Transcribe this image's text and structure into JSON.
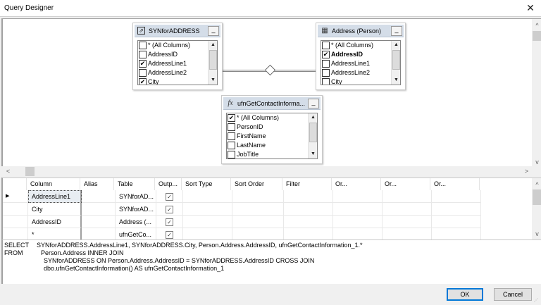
{
  "window": {
    "title": "Query Designer",
    "close_icon": "close-x-icon"
  },
  "diagram": {
    "tables": [
      {
        "name": "SYNforADDRESS",
        "icon": "synonym-arrow-icon",
        "columns": [
          {
            "label": "* (All Columns)",
            "checked": false,
            "bold": false
          },
          {
            "label": "AddressID",
            "checked": false,
            "bold": false
          },
          {
            "label": "AddressLine1",
            "checked": true,
            "bold": false
          },
          {
            "label": "AddressLine2",
            "checked": false,
            "bold": false
          },
          {
            "label": "City",
            "checked": true,
            "bold": false
          }
        ]
      },
      {
        "name": "Address (Person)",
        "icon": "table-grid-icon",
        "columns": [
          {
            "label": "* (All Columns)",
            "checked": false,
            "bold": false
          },
          {
            "label": "AddressID",
            "checked": true,
            "bold": true
          },
          {
            "label": "AddressLine1",
            "checked": false,
            "bold": false
          },
          {
            "label": "AddressLine2",
            "checked": false,
            "bold": false
          },
          {
            "label": "City",
            "checked": false,
            "bold": false
          }
        ]
      },
      {
        "name": "ufnGetContactInforma...",
        "icon": "function-fx-icon",
        "columns": [
          {
            "label": "* (All Columns)",
            "checked": true,
            "bold": false
          },
          {
            "label": "PersonID",
            "checked": false,
            "bold": false
          },
          {
            "label": "FirstName",
            "checked": false,
            "bold": false
          },
          {
            "label": "LastName",
            "checked": false,
            "bold": false
          },
          {
            "label": "JobTitle",
            "checked": false,
            "bold": false
          }
        ]
      }
    ],
    "minimize_label": "_",
    "check_glyph": "✔",
    "icons": {
      "synonym": "⇗",
      "table": "▦",
      "function": "fx"
    }
  },
  "scroll": {
    "up": "^",
    "down": "v",
    "left": "<",
    "right": ">",
    "small_up": "▲",
    "small_down": "▼"
  },
  "grid": {
    "headers": [
      "Column",
      "Alias",
      "Table",
      "Outp...",
      "Sort Type",
      "Sort Order",
      "Filter",
      "Or...",
      "Or...",
      "Or..."
    ],
    "current_row_marker": "▶",
    "check_glyph": "✓",
    "rows": [
      {
        "column": "AddressLine1",
        "alias": "",
        "table": "SYNforAD...",
        "output": true,
        "sort_type": "",
        "sort_order": "",
        "filter": "",
        "or1": "",
        "or2": "",
        "or3": ""
      },
      {
        "column": "City",
        "alias": "",
        "table": "SYNforAD...",
        "output": true,
        "sort_type": "",
        "sort_order": "",
        "filter": "",
        "or1": "",
        "or2": "",
        "or3": ""
      },
      {
        "column": "AddressID",
        "alias": "",
        "table": "Address (...",
        "output": true,
        "sort_type": "",
        "sort_order": "",
        "filter": "",
        "or1": "",
        "or2": "",
        "or3": ""
      },
      {
        "column": "*",
        "alias": "",
        "table": "ufnGetCo...",
        "output": true,
        "sort_type": "",
        "sort_order": "",
        "filter": "",
        "or1": "",
        "or2": "",
        "or3": ""
      }
    ]
  },
  "sql": {
    "select_kw": "SELECT",
    "from_kw": "FROM",
    "select_line": "SYNforADDRESS.AddressLine1, SYNforADDRESS.City, Person.Address.AddressID, ufnGetContactInformation_1.*",
    "from_line1": "Person.Address INNER JOIN",
    "from_line2": "SYNforADDRESS ON Person.Address.AddressID = SYNforADDRESS.AddressID CROSS JOIN",
    "from_line3": "dbo.ufnGetContactInformation() AS ufnGetContactInformation_1"
  },
  "buttons": {
    "ok": "OK",
    "cancel": "Cancel"
  },
  "colors": {
    "table_header_bg": "#d4dde8",
    "default_button_border": "#0078d7",
    "selected_cell_bg": "#e8edf2"
  }
}
